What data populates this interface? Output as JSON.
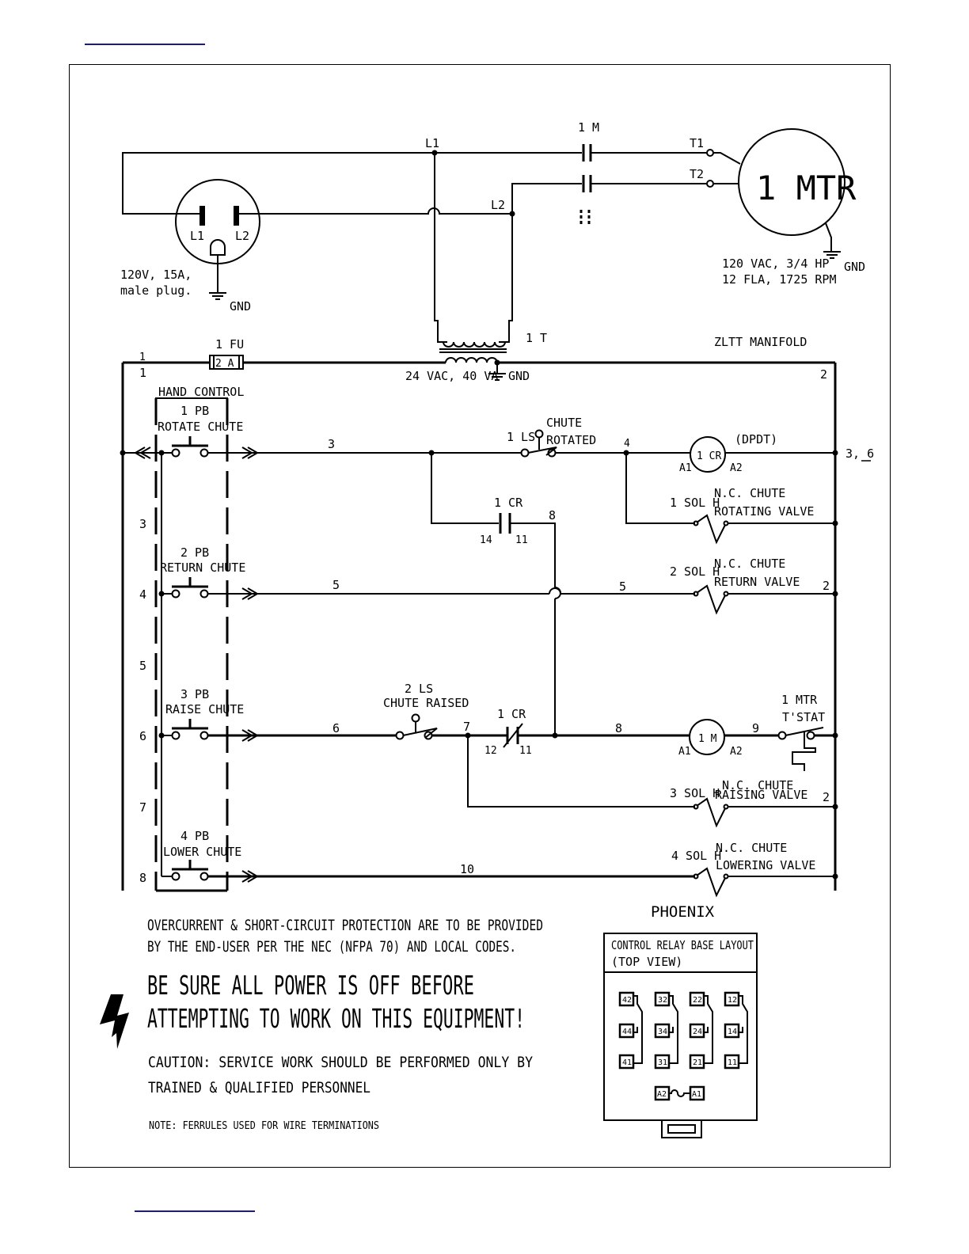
{
  "page": {
    "header_link_visible": true,
    "footer_link_visible": true
  },
  "power": {
    "plug": {
      "pin_l1": "L1",
      "pin_l2": "L2",
      "spec_line1": "120V, 15A,",
      "spec_line2": "male plug.",
      "gnd": "GND"
    },
    "bus_l1": "L1",
    "bus_l2": "L2",
    "contactor": "1 M",
    "motor": {
      "label": "1 MTR",
      "t1": "T1",
      "t2": "T2",
      "spec_line1": "120 VAC, 3/4 HP",
      "spec_line2": "12 FLA, 1725 RPM",
      "gnd": "GND"
    },
    "transformer": {
      "label": "1 T",
      "spec": "24 VAC, 40 VA",
      "gnd": "GND"
    }
  },
  "control": {
    "fuse": {
      "label": "1 FU",
      "rating": "2 A"
    },
    "wire_1a": "1",
    "wire_1b": "1",
    "wire_2_top": "2",
    "manifold": "ZLTT MANIFOLD",
    "hand_control": "HAND CONTROL",
    "left_wires": [
      "3",
      "4",
      "5",
      "6",
      "7",
      "8"
    ],
    "pushbuttons": [
      {
        "id": "1 PB",
        "name": "ROTATE CHUTE"
      },
      {
        "id": "2 PB",
        "name": "RETURN CHUTE"
      },
      {
        "id": "3 PB",
        "name": "RAISE CHUTE"
      },
      {
        "id": "4 PB",
        "name": "LOWER CHUTE"
      }
    ],
    "rung1": {
      "wire": "3",
      "ls": "1 LS",
      "ls_desc1": "CHUTE",
      "ls_desc2": "ROTATED",
      "node": "4",
      "coil": "1 CR",
      "a1": "A1",
      "a2": "A2",
      "coil_type": "(DPDT)",
      "xref": "3, 6"
    },
    "seal_in": {
      "label": "1 CR",
      "t14": "14",
      "t11": "11",
      "node": "8"
    },
    "sol1": {
      "label": "1 SOL H",
      "desc1": "N.C. CHUTE",
      "desc2": "ROTATING VALVE"
    },
    "rung2": {
      "wire_a": "5",
      "wire_b": "5",
      "sol": "2 SOL H",
      "desc1": "N.C. CHUTE",
      "desc2": "RETURN VALVE",
      "ret": "2"
    },
    "rung3": {
      "wire": "6",
      "ls": "2 LS",
      "ls_desc": "CHUTE RAISED",
      "node7": "7",
      "cr": "1 CR",
      "t12": "12",
      "t11": "11",
      "wire8": "8",
      "coil": "1 M",
      "a1": "A1",
      "a2": "A2",
      "wire9": "9",
      "tstat1": "1 MTR",
      "tstat2": "T'STAT"
    },
    "sol3": {
      "label": "3 SOL H",
      "desc1": "N.C. CHUTE",
      "desc2": "RAISING VALVE",
      "ret": "2"
    },
    "rung4": {
      "wire": "10",
      "sol": "4 SOL H",
      "desc1": "N.C. CHUTE",
      "desc2": "LOWERING VALVE"
    }
  },
  "notes": {
    "protection_line1": "OVERCURRENT & SHORT-CIRCUIT PROTECTION ARE TO BE PROVIDED",
    "protection_line2": "BY THE END-USER PER THE NEC (NFPA 70) AND LOCAL CODES.",
    "warning_line1": "BE SURE ALL POWER IS OFF BEFORE",
    "warning_line2": "ATTEMPTING TO WORK ON THIS EQUIPMENT!",
    "caution_line1": "CAUTION: SERVICE WORK SHOULD BE PERFORMED ONLY BY",
    "caution_line2": "TRAINED & QUALIFIED PERSONNEL",
    "ferrule_note": "NOTE:  FERRULES USED FOR WIRE TERMINATIONS"
  },
  "relay_base": {
    "brand": "PHOENIX",
    "title_line1": "CONTROL RELAY BASE LAYOUT",
    "title_line2": "(TOP VIEW)",
    "columns": [
      [
        "42",
        "44",
        "41"
      ],
      [
        "32",
        "34",
        "31"
      ],
      [
        "22",
        "24",
        "21"
      ],
      [
        "12",
        "14",
        "11"
      ]
    ],
    "coil_left": "A2",
    "coil_right": "A1"
  }
}
